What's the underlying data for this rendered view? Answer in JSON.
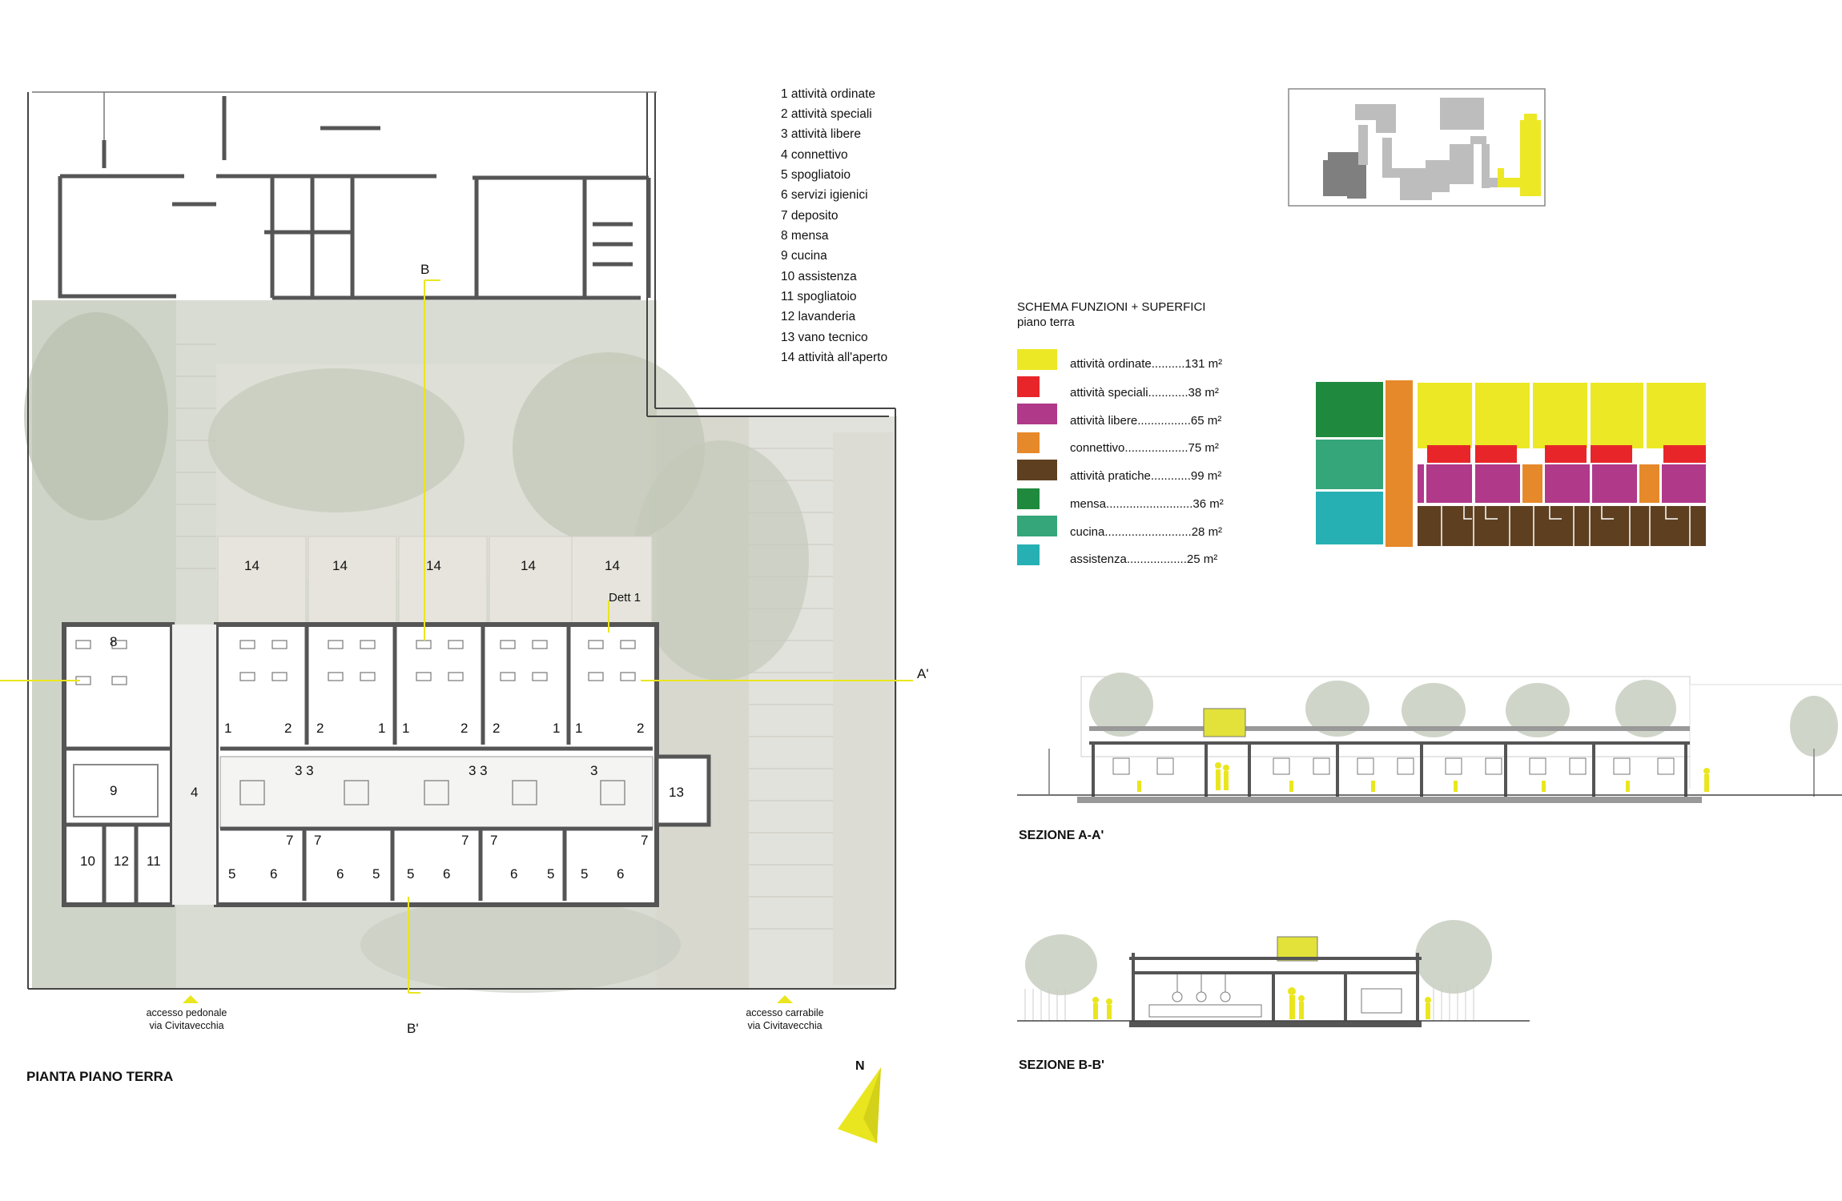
{
  "legend_rooms": [
    "1 attività ordinate",
    "2 attività speciali",
    "3 attività libere",
    "4 connettivo",
    "5 spogliatoio",
    "6 servizi igienici",
    "7 deposito",
    "8 mensa",
    "9 cucina",
    "10 assistenza",
    "11 spogliatoio",
    "12 lavanderia",
    "13 vano tecnico",
    "14 attività all'aperto"
  ],
  "schema": {
    "title": "SCHEMA FUNZIONI + SUPERFICI",
    "subtitle": "piano terra",
    "items": [
      {
        "label": "attività ordinate..........131 m²",
        "color": "#ece825"
      },
      {
        "label": "attività speciali............38 m²",
        "color": "#e8262a"
      },
      {
        "label": "attività libere................65 m²",
        "color": "#b0398a"
      },
      {
        "label": "connettivo...................75 m²",
        "color": "#e6892a"
      },
      {
        "label": "attività pratiche............99 m²",
        "color": "#5e4020"
      },
      {
        "label": "mensa..........................36 m²",
        "color": "#1f8a3e"
      },
      {
        "label": "cucina..........................28 m²",
        "color": "#35a57a"
      },
      {
        "label": "assistenza..................25 m²",
        "color": "#27b0b3"
      }
    ]
  },
  "plan": {
    "title": "PIANTA PIANO TERRA",
    "room_numbers": {
      "n14": "14",
      "n8": "8",
      "n9": "9",
      "n4": "4",
      "n10": "10",
      "n12": "12",
      "n11": "11",
      "n13": "13",
      "n1": "1",
      "n2": "2",
      "n3": "3",
      "n33": "3 3",
      "n5": "5",
      "n6": "6",
      "n7": "7"
    },
    "dett": "Dett 1",
    "section_marks": {
      "a": "A'",
      "b": "B",
      "b2": "B'"
    },
    "access_pedestrian_1": "accesso pedonale",
    "access_pedestrian_2": "via Civitavecchia",
    "access_car_1": "accesso carrabile",
    "access_car_2": "via Civitavecchia",
    "north": "N"
  },
  "sections": {
    "aa": "SEZIONE A-A'",
    "bb": "SEZIONE B-B'"
  },
  "colors": {
    "yellow": "#ece825",
    "red": "#e8262a",
    "magenta": "#b0398a",
    "orange": "#e6892a",
    "brown": "#5e4020",
    "green": "#1f8a3e",
    "teal_green": "#35a57a",
    "cyan": "#27b0b3"
  }
}
